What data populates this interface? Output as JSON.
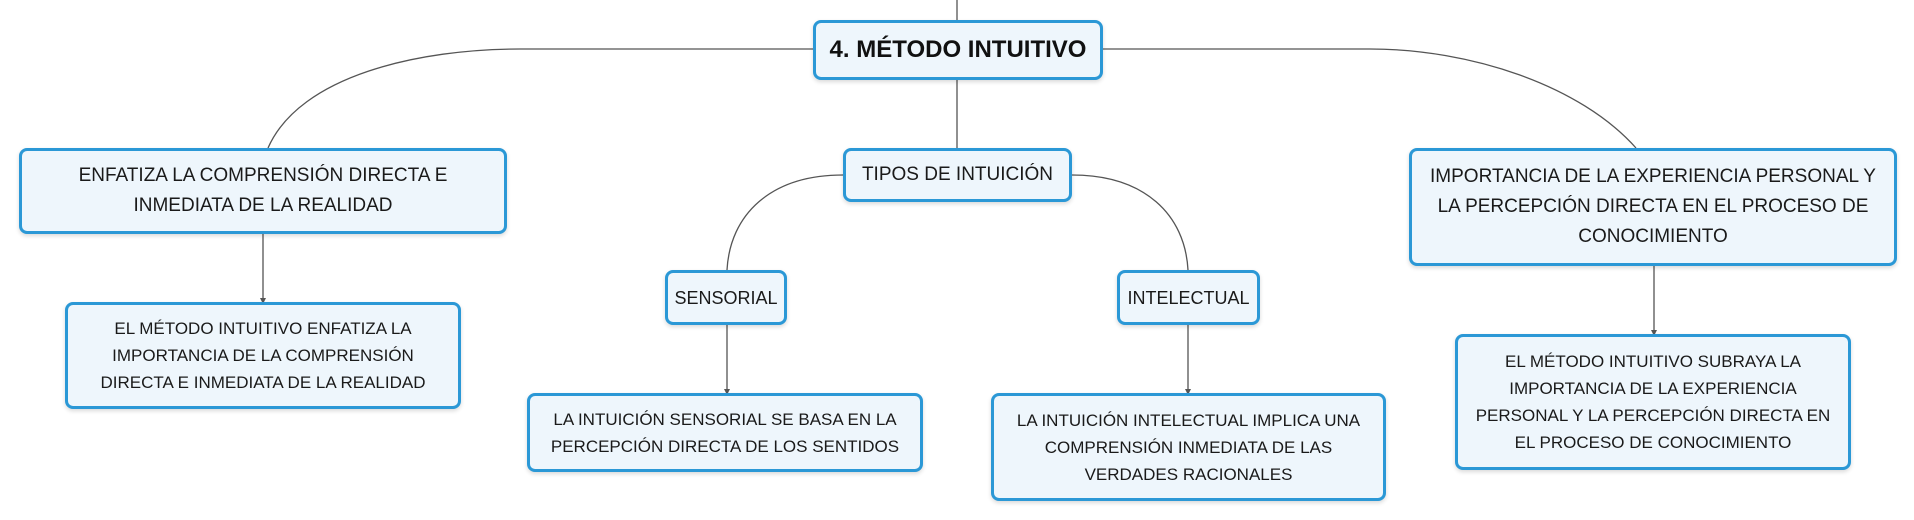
{
  "root": {
    "label": "4. MÉTODO INTUITIVO"
  },
  "nodes": {
    "enfatiza": {
      "label": "ENFATIZA LA COMPRENSIÓN DIRECTA E INMEDIATA DE LA REALIDAD"
    },
    "enfatiza_detalle": {
      "label": "EL MÉTODO INTUITIVO ENFATIZA LA IMPORTANCIA DE LA COMPRENSIÓN DIRECTA E INMEDIATA DE LA REALIDAD"
    },
    "tipos": {
      "label": "TIPOS DE INTUICIÓN"
    },
    "sensorial": {
      "label": "SENSORIAL"
    },
    "sensorial_detalle": {
      "label": "LA INTUICIÓN SENSORIAL SE BASA EN LA PERCEPCIÓN DIRECTA DE LOS SENTIDOS"
    },
    "intelectual": {
      "label": "INTELECTUAL"
    },
    "intelectual_detalle": {
      "label": "LA INTUICIÓN INTELECTUAL IMPLICA UNA COMPRENSIÓN INMEDIATA DE LAS VERDADES RACIONALES"
    },
    "importancia": {
      "label": "IMPORTANCIA DE LA EXPERIENCIA PERSONAL Y LA PERCEPCIÓN DIRECTA EN EL PROCESO DE CONOCIMIENTO"
    },
    "importancia_detalle": {
      "label": "EL MÉTODO INTUITIVO SUBRAYA LA IMPORTANCIA DE LA EXPERIENCIA PERSONAL Y LA PERCEPCIÓN DIRECTA EN EL PROCESO DE CONOCIMIENTO"
    }
  },
  "colors": {
    "border": "#2b98d6",
    "fill": "#eef6fc",
    "connector": "#555555"
  }
}
